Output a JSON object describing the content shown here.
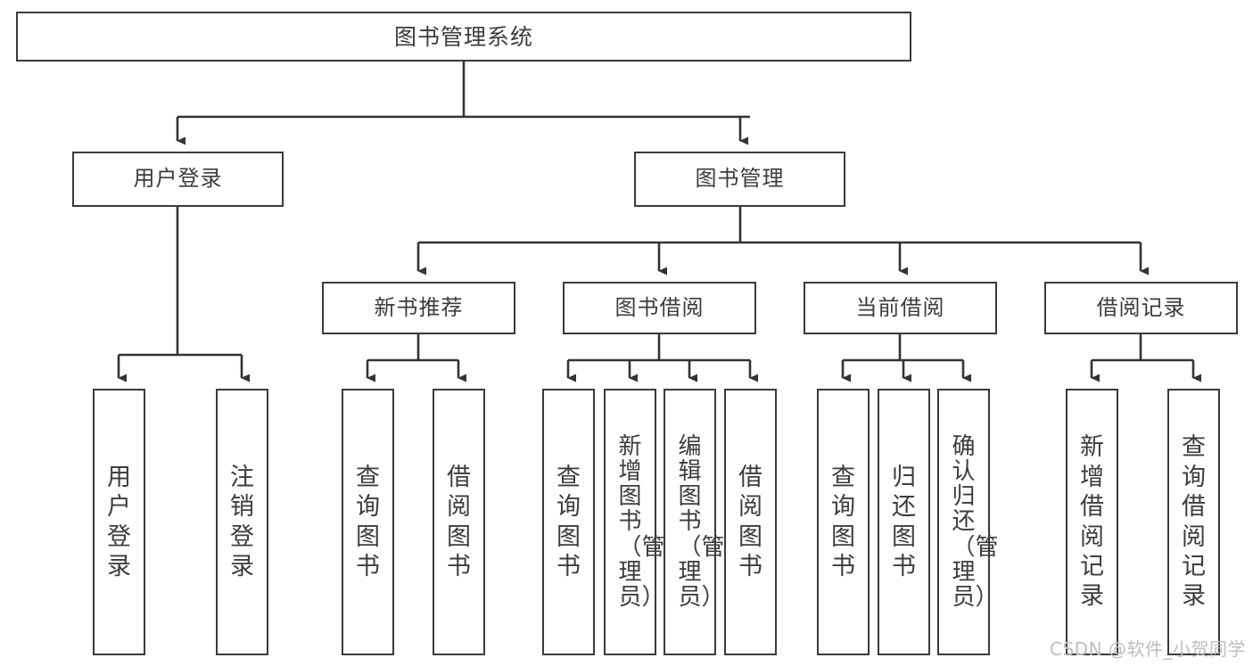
{
  "diagram": {
    "type": "tree",
    "title": "图书管理系统",
    "root": {
      "label": "图书管理系统"
    },
    "level2": [
      {
        "label": "用户登录"
      },
      {
        "label": "图书管理"
      }
    ],
    "level3": [
      {
        "label": "新书推荐"
      },
      {
        "label": "图书借阅"
      },
      {
        "label": "当前借阅"
      },
      {
        "label": "借阅记录"
      }
    ],
    "leaves": [
      {
        "label": "用户登录"
      },
      {
        "label": "注销登录"
      },
      {
        "label": "查询图书"
      },
      {
        "label": "借阅图书"
      },
      {
        "label": "查询图书"
      },
      {
        "label": "新增图书（管理员）"
      },
      {
        "label": "编辑图书（管理员）"
      },
      {
        "label": "借阅图书"
      },
      {
        "label": "查询图书"
      },
      {
        "label": "归还图书"
      },
      {
        "label": "确认归还（管理员）"
      },
      {
        "label": "新增借阅记录"
      },
      {
        "label": "查询借阅记录"
      }
    ]
  },
  "watermark": {
    "text": "CSDN @软件_小贺同学"
  },
  "colors": {
    "border": "#3a3a3a",
    "text": "#3c3c3c",
    "background": "#ffffff",
    "watermark": "#bdbdbd"
  }
}
